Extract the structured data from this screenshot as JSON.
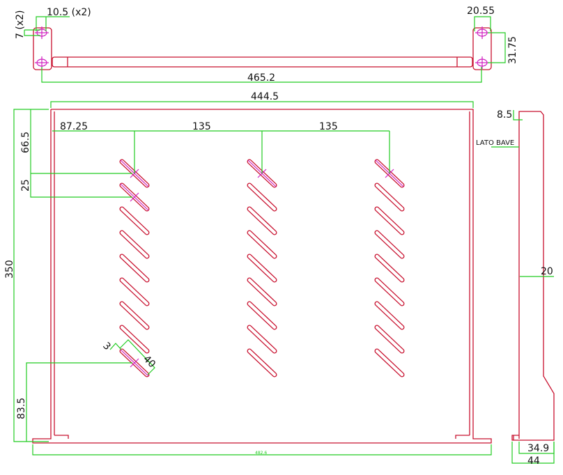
{
  "dimensions": {
    "hole_offset": "7 (x2)",
    "hole_width": "10.5 (x2)",
    "ear_width": "20.55",
    "hole_spacing": "31.75",
    "hole_center_span": "465.2",
    "inner_width": "444.5",
    "first_column": "87.25",
    "column_spacing_1": "135",
    "column_spacing_2": "135",
    "top_offset": "66.5",
    "slot_pitch": "25",
    "depth": "350",
    "bottom_offset": "83.5",
    "slot_width": "3",
    "slot_length": "40",
    "overall_width": "482.6",
    "side_flange": "8.5",
    "side_label": "LATO BAVE",
    "side_height": "20",
    "side_depth_inner": "34.9",
    "side_depth_outer": "44"
  },
  "slots": {
    "columns": 3,
    "rows": 9
  },
  "colors": {
    "outline": "#c8102e",
    "dimension": "#22cc22",
    "centerline": "#d020c0"
  }
}
